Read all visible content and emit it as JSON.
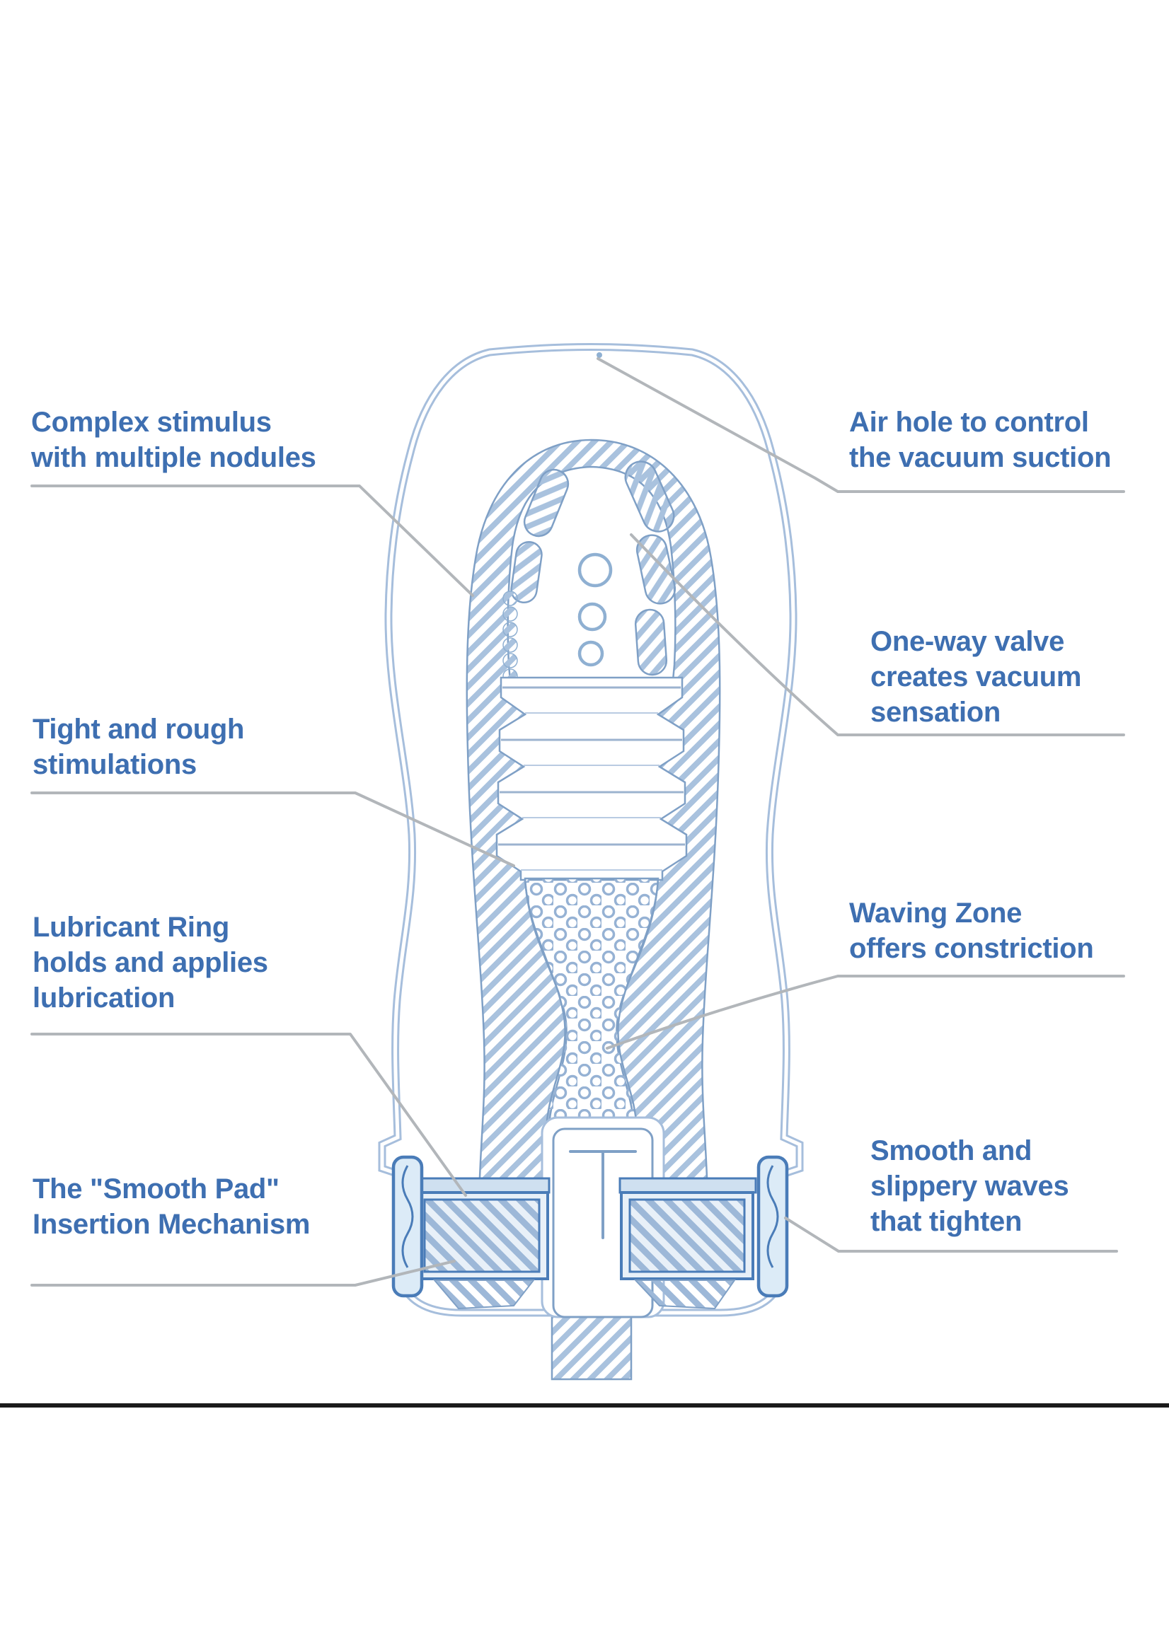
{
  "figure": {
    "kind": "product cutaway diagram (blueprint style)",
    "callouts": [
      {
        "id": "complex-stimulus",
        "lines": [
          "Complex stimulus",
          "with multiple nodules"
        ]
      },
      {
        "id": "air-hole",
        "lines": [
          "Air hole to control",
          "the vacuum suction"
        ]
      },
      {
        "id": "one-way-valve",
        "lines": [
          "One-way valve",
          "creates vacuum",
          "sensation"
        ]
      },
      {
        "id": "tight-rough",
        "lines": [
          "Tight and rough",
          "stimulations"
        ]
      },
      {
        "id": "lubricant-ring",
        "lines": [
          "Lubricant Ring",
          "holds and applies",
          "lubrication"
        ]
      },
      {
        "id": "waving-zone",
        "lines": [
          "Waving Zone",
          "offers constriction"
        ]
      },
      {
        "id": "smooth-pad",
        "lines": [
          "The \"Smooth Pad\"",
          "Insertion Mechanism"
        ]
      },
      {
        "id": "smooth-slippery",
        "lines": [
          "Smooth and",
          "slippery waves",
          "that tighten"
        ]
      }
    ],
    "colors": {
      "label_text": "#3e6fb1",
      "outline_blue": "#a6bedc",
      "line_blue": "#7fa0c6",
      "accent_blue": "#4a7cb8",
      "hatch_blue": "#a9c2de",
      "leader_gray": "#b2b6ba",
      "divider": "#1b1b1b",
      "background": "#ffffff"
    }
  }
}
